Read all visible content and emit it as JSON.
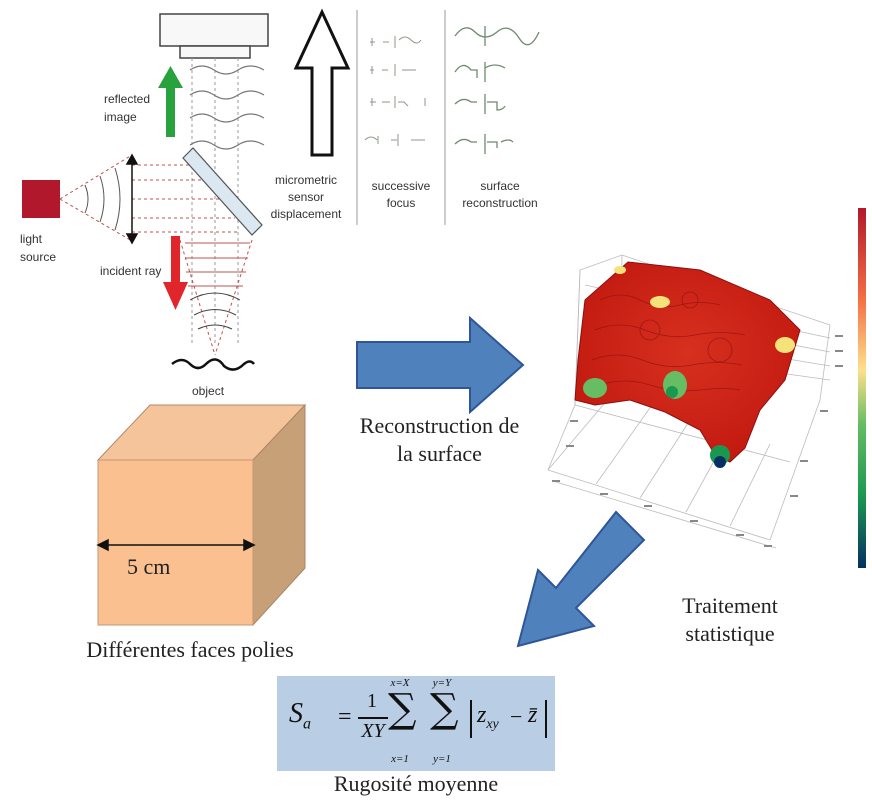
{
  "microscope": {
    "reflected_label": "reflected\nimage",
    "light_label": "light\nsource",
    "incident_label": "incident ray",
    "object_label": "object",
    "sensor_label": "micrometric\nsensor\ndisplacement",
    "focus_label": "successive\nfocus",
    "recon_label": "surface\nreconstruction"
  },
  "sample": {
    "dimension_label": "5 cm",
    "caption": "Différentes faces polies"
  },
  "arrows": {
    "reconstruction_label": "Reconstruction de\nla surface",
    "treatment_label": "Traitement\nstatistique"
  },
  "formula": {
    "lhs": "S",
    "lhs_sub": "a",
    "eq": "=",
    "frac_num": "1",
    "frac_den": "XY",
    "sum1_top": "x=X",
    "sum1_bottom": "x=1",
    "sum2_top": "y=Y",
    "sum2_bottom": "y=1",
    "term": "z",
    "term_sub": "xy",
    "minus": "−",
    "zbar": "z̄",
    "caption": "Rugosité moyenne"
  },
  "colors": {
    "light_source": "#b2182b",
    "reflected_arrow": "#27a23c",
    "incident_arrow": "#e0262a",
    "big_arrow": "#4f81bd",
    "cube_front": "#fac090",
    "cube_side": "#c8a078",
    "formula_bg": "#b9cde4"
  }
}
